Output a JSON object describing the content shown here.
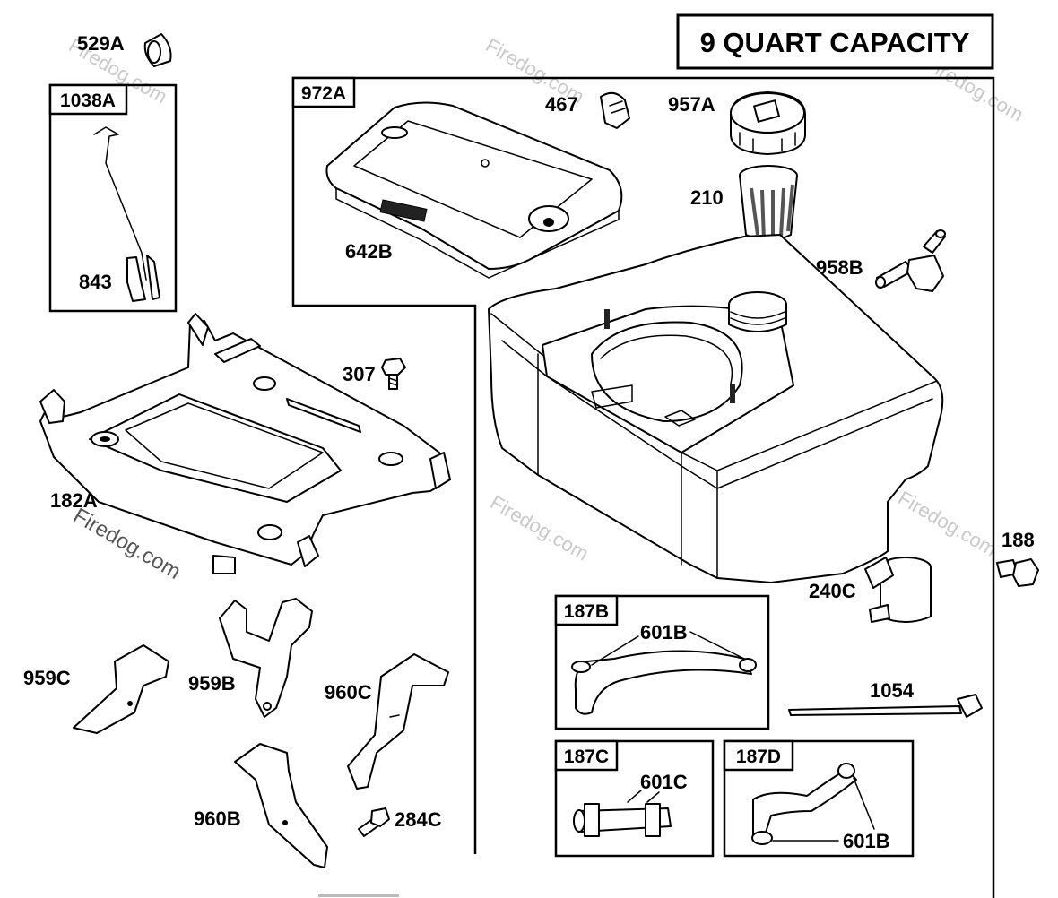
{
  "diagram": {
    "title": "9 QUART CAPACITY",
    "watermark": "Firedog.com",
    "boxes": {
      "kit_1038A": "1038A",
      "kit_972A": "972A",
      "kit_187B": "187B",
      "kit_187C": "187C",
      "kit_187D": "187D"
    },
    "parts": {
      "p529A": "529A",
      "p843": "843",
      "p642B": "642B",
      "p467": "467",
      "p957A": "957A",
      "p210": "210",
      "p958B": "958B",
      "p307": "307",
      "p182A": "182A",
      "p188": "188",
      "p240C": "240C",
      "p601B_a": "601B",
      "p1054": "1054",
      "p601C": "601C",
      "p601B_b": "601B",
      "p959C": "959C",
      "p959B": "959B",
      "p960C": "960C",
      "p960B": "960B",
      "p284C": "284C"
    }
  }
}
